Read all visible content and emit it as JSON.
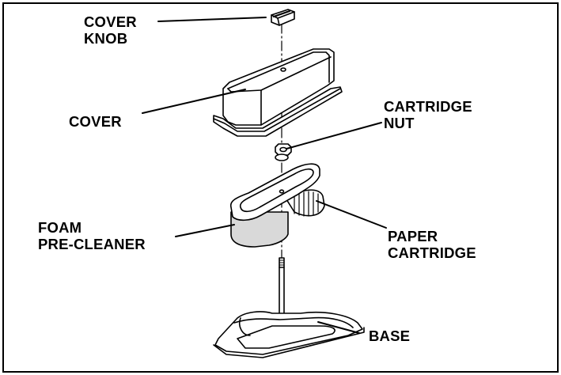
{
  "labels": {
    "cover_knob": [
      "COVER",
      "KNOB"
    ],
    "cover": [
      "COVER"
    ],
    "cartridge_nut": [
      "CARTRIDGE",
      "NUT"
    ],
    "foam_pre_cleaner": [
      "FOAM",
      "PRE-CLEANER"
    ],
    "paper_cartridge": [
      "PAPER",
      "CARTRIDGE"
    ],
    "base": [
      "BASE"
    ]
  },
  "colors": {
    "line": "#000000",
    "foam_fill": "#d9d9d9",
    "background": "#ffffff"
  }
}
